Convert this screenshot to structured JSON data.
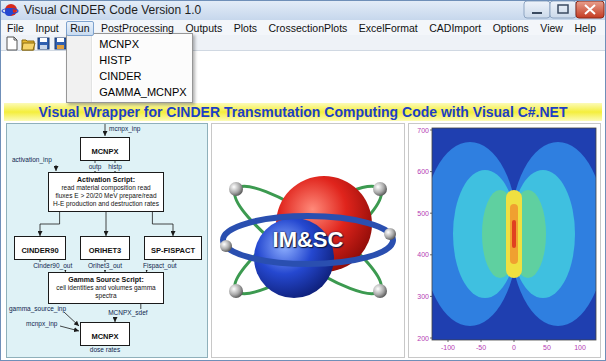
{
  "diagram": {
    "nodes": [
      {
        "text": [
          "Visual CINDER Code Version 1.0"
        ]
      },
      {
        "text": [
          "MCNPX",
          "HISTP",
          "CINDER",
          "GAMMA_MCNPX"
        ],
        "in": 0
      },
      {
        "text": [
          "Visual Wrapper for CINDER Transmutation Computing Code with Visual C#.NET"
        ],
        "in": 0
      },
      {
        "text": [
          "MCNPX"
        ],
        "in": 0
      },
      {
        "text": [
          "Activation Script:",
          "read material composition read fluxes E > 20/20 MeV prepare/read H-E production and destruction rates"
        ],
        "in": 0
      },
      {
        "text": [
          "CINDER90"
        ],
        "in": 0
      },
      {
        "text": [
          "ORIHET3"
        ],
        "in": 0
      },
      {
        "text": [
          "SP-FISPACT"
        ],
        "in": 0
      },
      {
        "text": [
          "Gamma Source Script:",
          "cell identities and volumes gamma spectra"
        ],
        "in": 0
      },
      {
        "text": [
          "MCNPX"
        ],
        "in": 0
      }
    ],
    "edges": [
      {
        "from": 3,
        "to": 4,
        "label": "outp",
        "arrow": "to"
      },
      {
        "from": 3,
        "to": 4,
        "label": "histp",
        "arrow": "to"
      },
      {
        "from": 4,
        "to": 5,
        "arrow": "to"
      },
      {
        "from": 4,
        "to": 6,
        "arrow": "to"
      },
      {
        "from": 4,
        "to": 7,
        "arrow": "to"
      },
      {
        "from": 5,
        "to": 8,
        "label": "Cinder90_out",
        "arrow": "to"
      },
      {
        "from": 6,
        "to": 8,
        "label": "Orihet3_out",
        "arrow": "to"
      },
      {
        "from": 7,
        "to": 8,
        "label": "Fispact_out",
        "arrow": "to"
      },
      {
        "from": 8,
        "to": 9,
        "label": "MCNPX_sdef",
        "arrow": "to"
      }
    ],
    "labels": [
      "File",
      "Input",
      "Run",
      "PostProcessing",
      "Outputs",
      "Plots",
      "CrossectionPlots",
      "ExcelFormat",
      "CADImport",
      "Options",
      "View",
      "Help",
      "mcnpx_inp",
      "activation_inp",
      "gamma_source_inp",
      "mcnpx_inp",
      "dose rates",
      "IM&SC",
      "700",
      "600",
      "500",
      "400",
      "300",
      "200",
      "-100",
      "-50",
      "0",
      "50",
      "100"
    ]
  }
}
